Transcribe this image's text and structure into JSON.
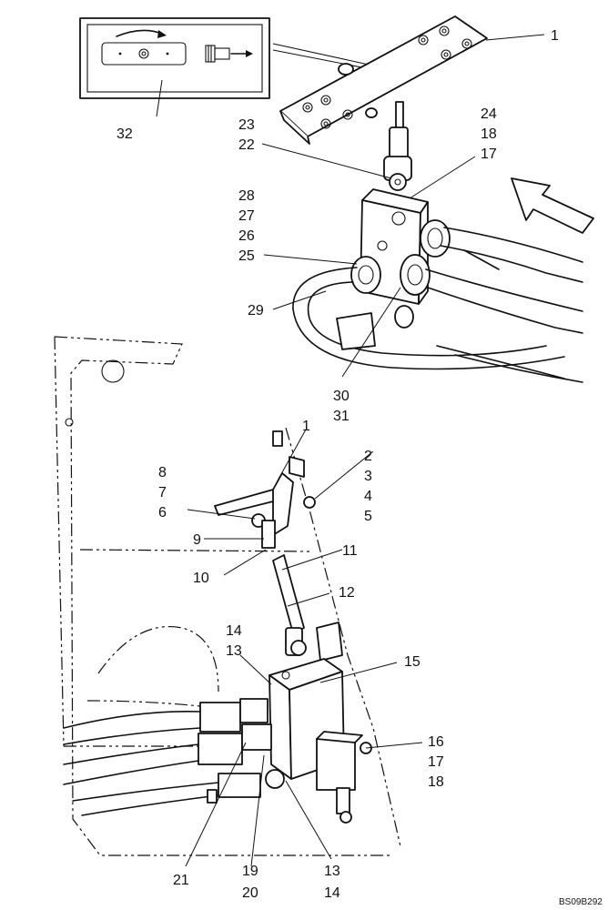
{
  "labels": [
    {
      "key": "c1",
      "text": "1"
    },
    {
      "key": "c32",
      "text": "32"
    },
    {
      "key": "c23",
      "text": "23"
    },
    {
      "key": "c22",
      "text": "22"
    },
    {
      "key": "c24",
      "text": "24"
    },
    {
      "key": "c18",
      "text": "18"
    },
    {
      "key": "c17",
      "text": "17"
    },
    {
      "key": "c28",
      "text": "28"
    },
    {
      "key": "c27",
      "text": "27"
    },
    {
      "key": "c26",
      "text": "26"
    },
    {
      "key": "c25",
      "text": "25"
    },
    {
      "key": "c29",
      "text": "29"
    },
    {
      "key": "c30",
      "text": "30"
    },
    {
      "key": "c31",
      "text": "31"
    },
    {
      "key": "b1",
      "text": "1"
    },
    {
      "key": "b8",
      "text": "8"
    },
    {
      "key": "b7",
      "text": "7"
    },
    {
      "key": "b6",
      "text": "6"
    },
    {
      "key": "b2",
      "text": "2"
    },
    {
      "key": "b3",
      "text": "3"
    },
    {
      "key": "b4",
      "text": "4"
    },
    {
      "key": "b5",
      "text": "5"
    },
    {
      "key": "b9",
      "text": "9"
    },
    {
      "key": "b11",
      "text": "11"
    },
    {
      "key": "b10",
      "text": "10"
    },
    {
      "key": "b12",
      "text": "12"
    },
    {
      "key": "b14a",
      "text": "14"
    },
    {
      "key": "b13a",
      "text": "13"
    },
    {
      "key": "b15",
      "text": "15"
    },
    {
      "key": "b16",
      "text": "16"
    },
    {
      "key": "b17",
      "text": "17"
    },
    {
      "key": "b18",
      "text": "18"
    },
    {
      "key": "b21",
      "text": "21"
    },
    {
      "key": "b19",
      "text": "19"
    },
    {
      "key": "b20",
      "text": "20"
    },
    {
      "key": "b13b",
      "text": "13"
    },
    {
      "key": "b14b",
      "text": "14"
    }
  ],
  "drawing_code": "BS09B292",
  "decal_icons": [
    "rotate-arrow-icon",
    "fitting-arrow-icon"
  ]
}
